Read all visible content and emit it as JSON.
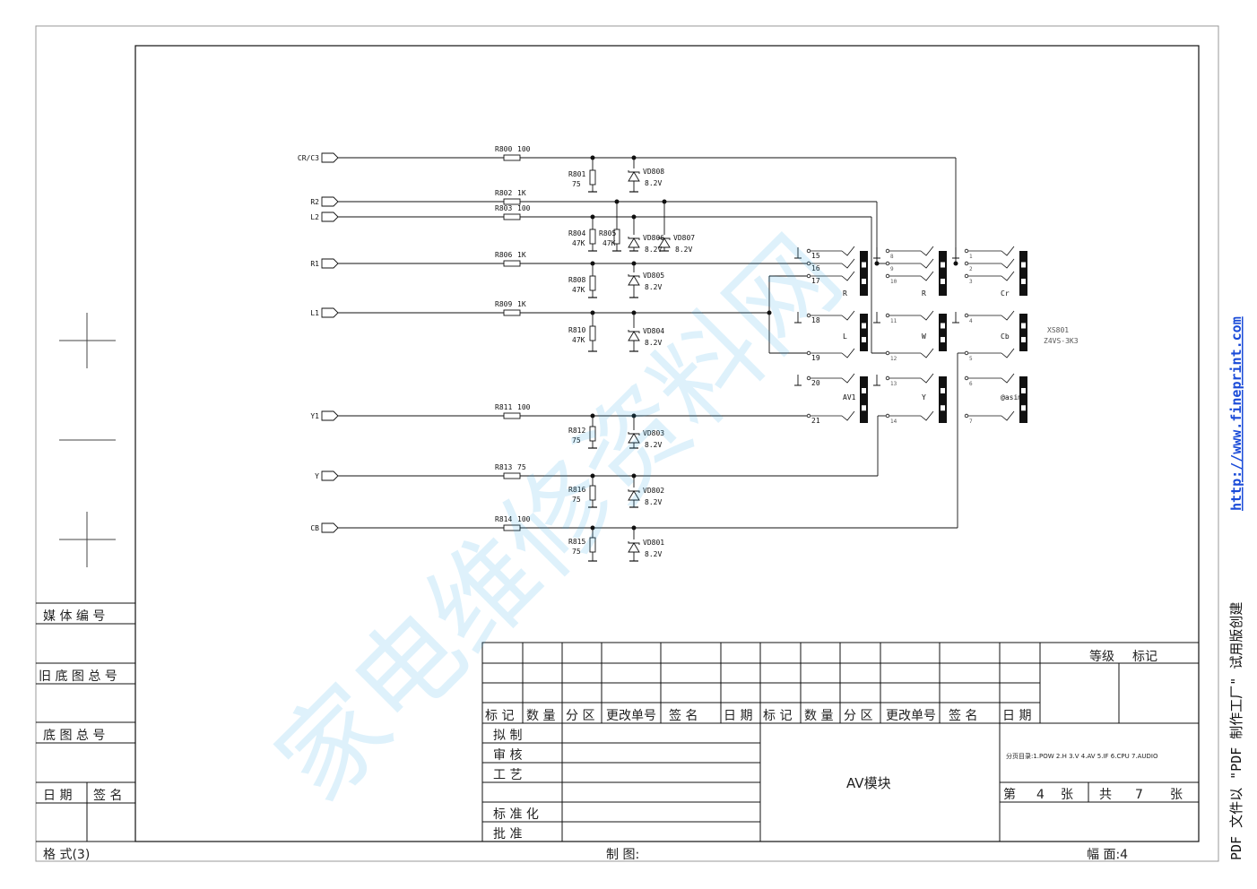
{
  "watermark": "家电维修资料网",
  "side_text": {
    "prefix": "PDF 文件以 \"PDF 制作工厂\" 试用版创建",
    "url": "http://www.fineprint.com"
  },
  "left_labels": {
    "media_no": "媒 体 编 号",
    "old_drawing_no": "旧 底 图 总 号",
    "drawing_no": "底 图 总 号",
    "date": "日 期",
    "sign": "签 名"
  },
  "bottom": {
    "format": "格 式(3)",
    "drawn_by": "制 图:",
    "sheet_size": "幅 面:4"
  },
  "title_block": {
    "rev_headers": [
      "标 记",
      "数 量",
      "分 区",
      "更改单号",
      "签   名",
      "日 期",
      "标 记",
      "数 量",
      "分 区",
      "更改单号",
      "签   名",
      "日 期"
    ],
    "level": "等级",
    "mark": "标记",
    "roles": [
      "拟       制",
      "审       核",
      "工       艺",
      "标   准   化",
      "批       准"
    ],
    "title": "AV模块",
    "page_index": "分页目录:1.POW  2.H  3.V  4.AV  5.IF  6.CPU  7.AUDIO",
    "sheet_no_label": "第",
    "sheet_no": "4",
    "sheet_unit": "张",
    "total_label": "共",
    "total": "7",
    "total_unit": "张"
  },
  "schematic": {
    "ports": [
      "CR/C3",
      "R2",
      "L2",
      "R1",
      "L1",
      "Y1",
      "Y",
      "CB"
    ],
    "series_resistors": [
      {
        "ref": "R800",
        "val": "100"
      },
      {
        "ref": "R802",
        "val": "1K"
      },
      {
        "ref": "R803",
        "val": "100"
      },
      {
        "ref": "R806",
        "val": "1K"
      },
      {
        "ref": "R809",
        "val": "1K"
      },
      {
        "ref": "R811",
        "val": "100"
      },
      {
        "ref": "R813",
        "val": "75"
      },
      {
        "ref": "R814",
        "val": "100"
      }
    ],
    "shunt_resistors": [
      {
        "ref": "R801",
        "val": "75"
      },
      {
        "ref": "R804",
        "val": "47K"
      },
      {
        "ref": "R805",
        "val": "47K"
      },
      {
        "ref": "R808",
        "val": "47K"
      },
      {
        "ref": "R810",
        "val": "47K"
      },
      {
        "ref": "R812",
        "val": "75"
      },
      {
        "ref": "R816",
        "val": "75"
      },
      {
        "ref": "R815",
        "val": "75"
      }
    ],
    "zeners": [
      {
        "ref": "VD808",
        "val": "8.2V"
      },
      {
        "ref": "VD806",
        "val": "8.2V"
      },
      {
        "ref": "VD807",
        "val": "8.2V"
      },
      {
        "ref": "VD805",
        "val": "8.2V"
      },
      {
        "ref": "VD804",
        "val": "8.2V"
      },
      {
        "ref": "VD803",
        "val": "8.2V"
      },
      {
        "ref": "VD802",
        "val": "8.2V"
      },
      {
        "ref": "VD801",
        "val": "8.2V"
      }
    ],
    "jack_labels": [
      "R",
      "L",
      "AV1",
      "R",
      "W",
      "Y",
      "Cr",
      "Cb",
      "@asimP"
    ],
    "connector": {
      "ref": "XS801",
      "part": "Z4VS-3K3"
    },
    "pins": [
      "15",
      "16",
      "17",
      "18",
      "19",
      "20",
      "21",
      "8",
      "9",
      "10",
      "11",
      "12",
      "13",
      "14",
      "1",
      "2",
      "3",
      "4",
      "5",
      "6",
      "7"
    ]
  }
}
